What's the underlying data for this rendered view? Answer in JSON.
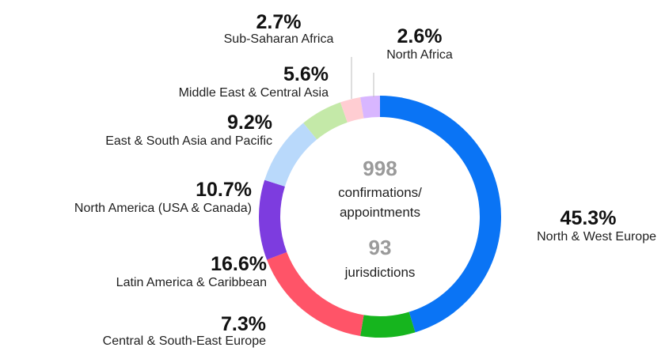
{
  "chart_data": {
    "type": "pie",
    "subtype": "donut",
    "slices": [
      {
        "label": "North & West Europe",
        "value": 45.3,
        "value_label": "45.3%",
        "color": "#0a74f5"
      },
      {
        "label": "Central & South-East Europe",
        "value": 7.3,
        "value_label": "7.3%",
        "color": "#16b51e"
      },
      {
        "label": "Latin America & Caribbean",
        "value": 16.6,
        "value_label": "16.6%",
        "color": "#ff5468"
      },
      {
        "label": "North America (USA & Canada)",
        "value": 10.7,
        "value_label": "10.7%",
        "color": "#7d3cdf"
      },
      {
        "label": "East & South Asia and Pacific",
        "value": 9.2,
        "value_label": "9.2%",
        "color": "#b9d9fb"
      },
      {
        "label": "Middle East & Central Asia",
        "value": 5.6,
        "value_label": "5.6%",
        "color": "#c4e9a8"
      },
      {
        "label": "Sub-Saharan Africa",
        "value": 2.7,
        "value_label": "2.7%",
        "color": "#ffcdd2"
      },
      {
        "label": "North Africa",
        "value": 2.6,
        "value_label": "2.6%",
        "color": "#d8b6ff"
      }
    ],
    "center": {
      "stats": [
        {
          "value": "998",
          "lines": [
            "confirmations/",
            "appointments"
          ]
        },
        {
          "value": "93",
          "lines": [
            "jurisdictions"
          ]
        }
      ]
    }
  }
}
